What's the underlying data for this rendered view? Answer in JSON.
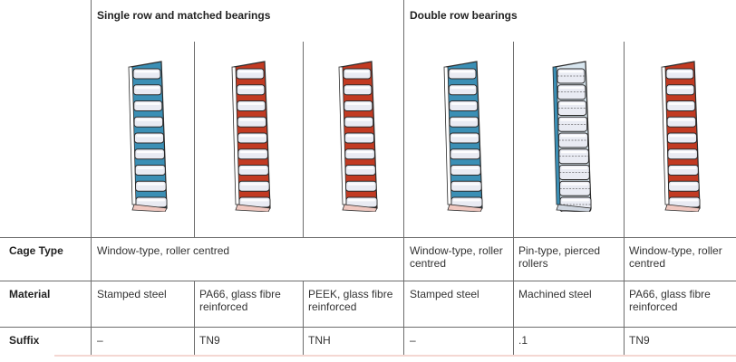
{
  "groups": [
    {
      "title": "Single row and matched bearings"
    },
    {
      "title": "Double row bearings"
    }
  ],
  "rows": {
    "cage_type": {
      "label": "Cage Type",
      "cells": [
        "Window-type, roller centred",
        "Window-type, roller centred",
        "Pin-type, pierced rollers",
        "Window-type, roller centred"
      ]
    },
    "material": {
      "label": "Material",
      "cells": [
        "Stamped steel",
        "PA66, glass fibre reinforced",
        "PEEK, glass fibre reinforced",
        "Stamped steel",
        "Machined steel",
        "PA66, glass fibre reinforced"
      ]
    },
    "suffix": {
      "label": "Suffix",
      "cells": [
        "–",
        "TN9",
        "TNH",
        "–",
        ".1",
        "TN9"
      ]
    }
  },
  "bearings": [
    {
      "cage": "stamped-steel",
      "color": "#3b8fb5"
    },
    {
      "cage": "pa66",
      "color": "#c23a22"
    },
    {
      "cage": "peek",
      "color": "#c23a22"
    },
    {
      "cage": "stamped-steel",
      "color": "#3b8fb5"
    },
    {
      "cage": "pin-type",
      "color": "#3b8fb5"
    },
    {
      "cage": "pa66",
      "color": "#c23a22"
    }
  ],
  "colors": {
    "steel_cage": "#3b8fb5",
    "polymer_cage": "#c23a22",
    "roller": "#e9ebf3",
    "line": "#6d6d6d"
  }
}
